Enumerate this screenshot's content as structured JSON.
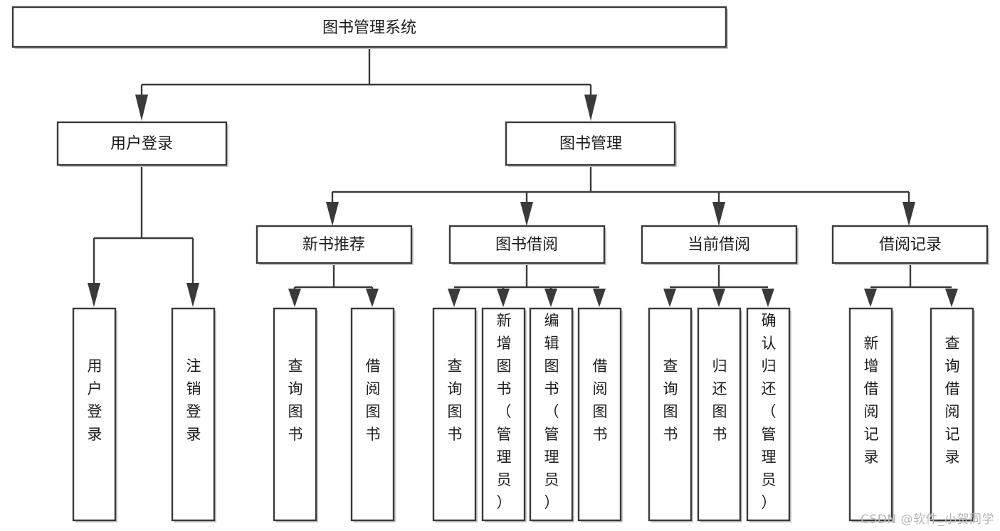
{
  "diagram": {
    "type": "tree-flowchart",
    "orientation": "top-down",
    "root": {
      "id": "root",
      "label": "图书管理系统"
    },
    "level2": [
      {
        "id": "user-login",
        "label": "用户登录"
      },
      {
        "id": "book-management",
        "label": "图书管理"
      }
    ],
    "level3": [
      {
        "id": "new-book-recommend",
        "label": "新书推荐",
        "parent": "book-management"
      },
      {
        "id": "book-borrow",
        "label": "图书借阅",
        "parent": "book-management"
      },
      {
        "id": "current-borrow",
        "label": "当前借阅",
        "parent": "book-management"
      },
      {
        "id": "borrow-record",
        "label": "借阅记录",
        "parent": "book-management"
      }
    ],
    "leaves": {
      "user-login": [
        {
          "id": "leaf-user-login",
          "label": "用户登录"
        },
        {
          "id": "leaf-user-logout",
          "label": "注销登录"
        }
      ],
      "new-book-recommend": [
        {
          "id": "leaf-query-book-1",
          "label": "查询图书"
        },
        {
          "id": "leaf-borrow-book-1",
          "label": "借阅图书"
        }
      ],
      "book-borrow": [
        {
          "id": "leaf-query-book-2",
          "label": "查询图书"
        },
        {
          "id": "leaf-add-book",
          "label": "新增图书（管理员）"
        },
        {
          "id": "leaf-edit-book",
          "label": "编辑图书（管理员）"
        },
        {
          "id": "leaf-borrow-book-2",
          "label": "借阅图书"
        }
      ],
      "current-borrow": [
        {
          "id": "leaf-query-book-3",
          "label": "查询图书"
        },
        {
          "id": "leaf-return-book",
          "label": "归还图书"
        },
        {
          "id": "leaf-confirm-return",
          "label": "确认归还（管理员）"
        }
      ],
      "borrow-record": [
        {
          "id": "leaf-add-record",
          "label": "新增借阅记录"
        },
        {
          "id": "leaf-query-record",
          "label": "查询借阅记录"
        }
      ]
    },
    "colors": {
      "box_stroke": "#3a3a3a",
      "box_fill": "#ffffff",
      "connector": "#3a3a3a",
      "text": "#1c1c1c",
      "watermark": "#b6b6b6",
      "background": "#ffffff"
    }
  },
  "watermark": {
    "text": "CSDN @软件_小贺同学"
  }
}
